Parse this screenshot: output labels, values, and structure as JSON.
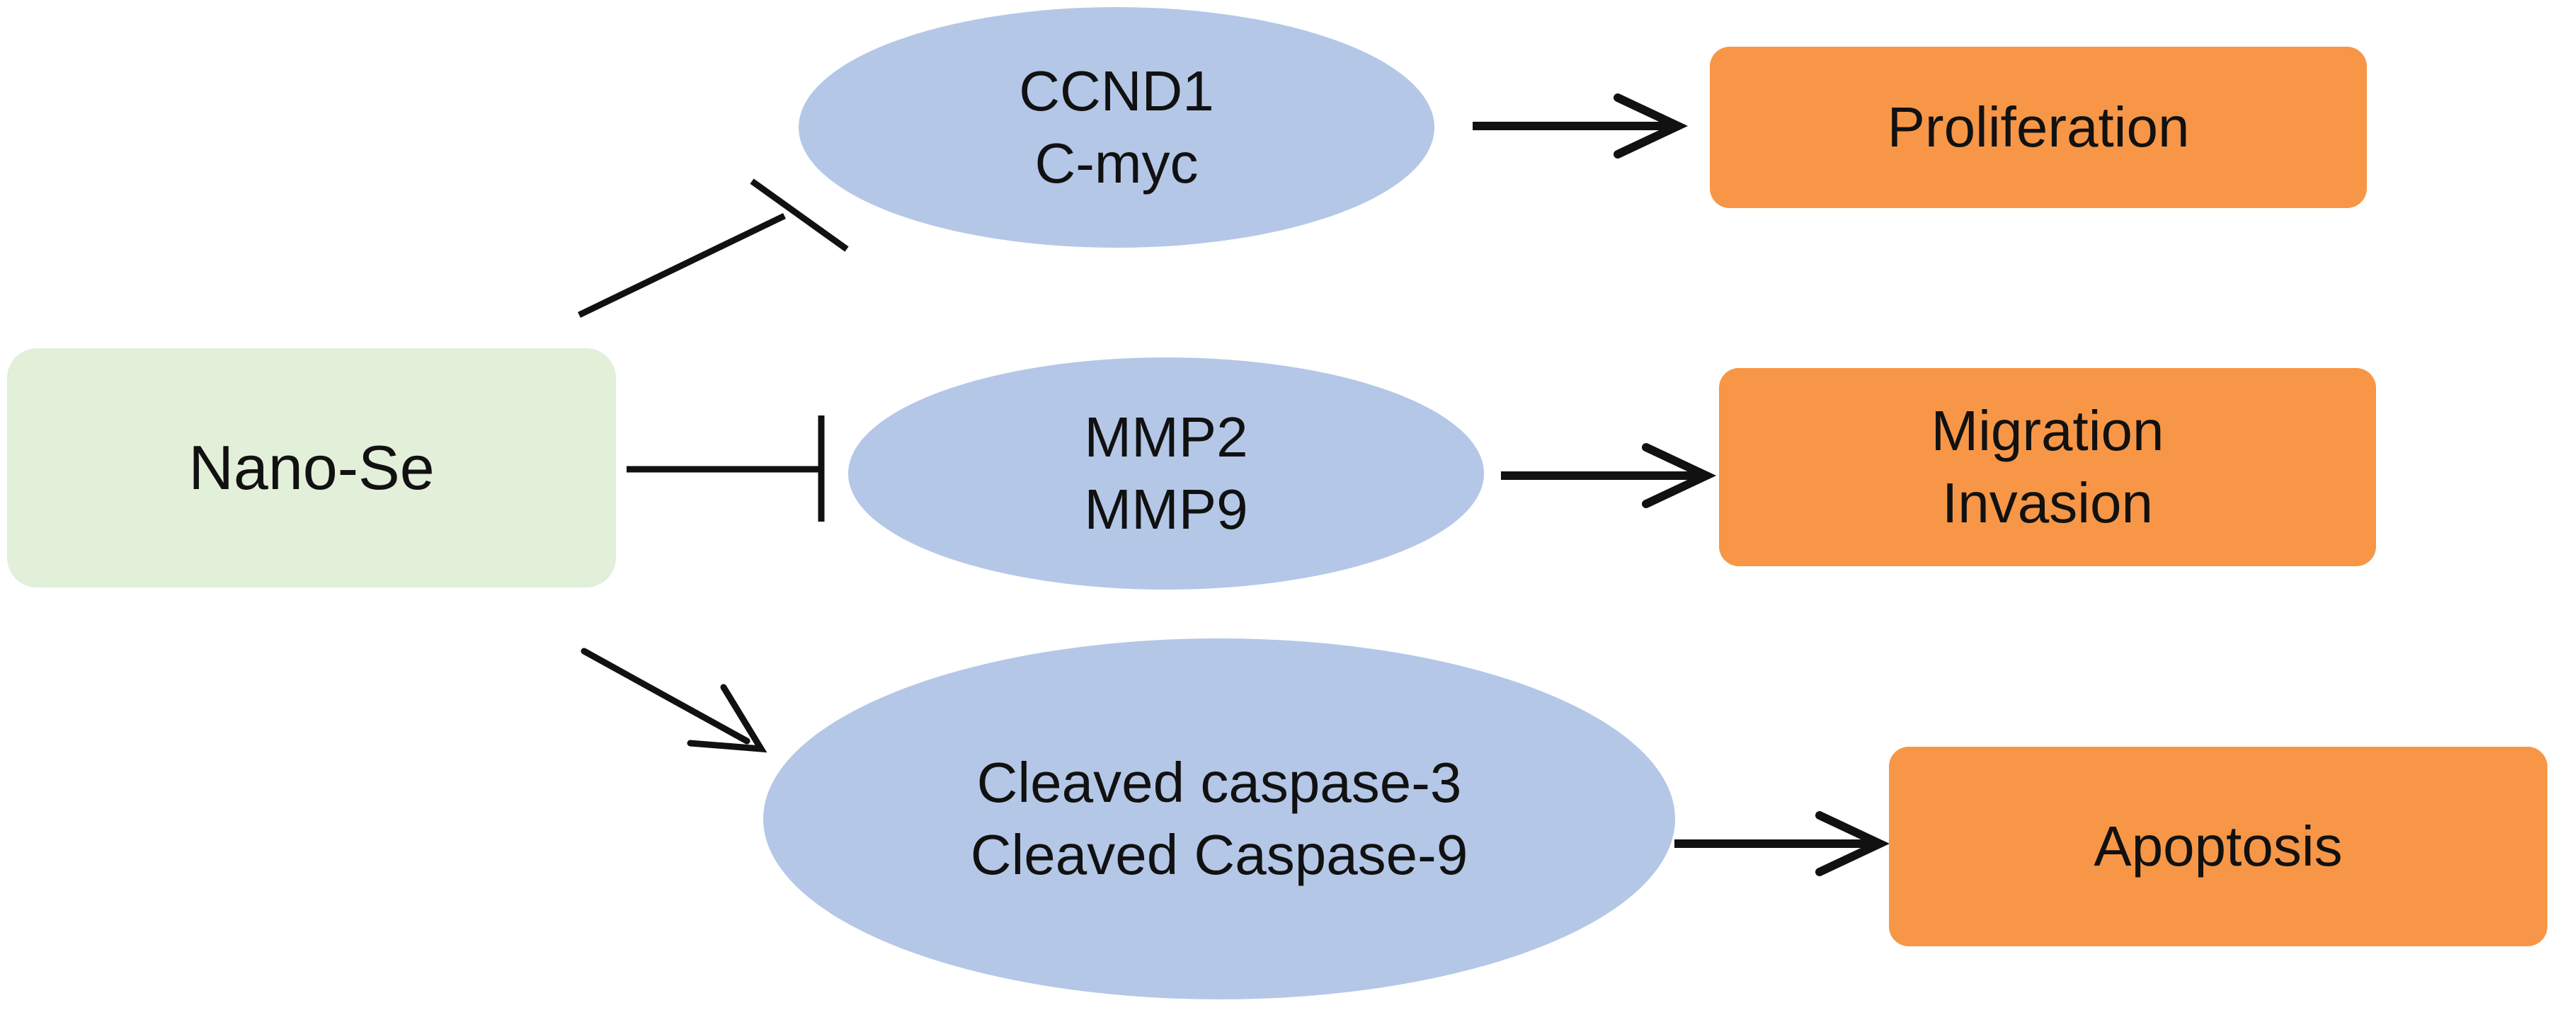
{
  "colors": {
    "source_fill": "#e2efd9",
    "mediator_fill": "#b4c7e7",
    "outcome_fill": "#f79646",
    "edge": "#111111",
    "text": "#111111"
  },
  "nodes": {
    "nano_se": {
      "lines": [
        "Nano-Se"
      ]
    },
    "ccnd1_cmyc": {
      "lines": [
        "CCND1",
        "C-myc"
      ]
    },
    "mmp": {
      "lines": [
        "MMP2",
        "MMP9"
      ]
    },
    "caspase": {
      "lines": [
        "Cleaved caspase-3",
        "Cleaved Caspase-9"
      ]
    },
    "proliferation": {
      "lines": [
        "Proliferation"
      ]
    },
    "migration_invasion": {
      "lines": [
        "Migration",
        "Invasion"
      ]
    },
    "apoptosis": {
      "lines": [
        "Apoptosis"
      ]
    }
  },
  "edges": [
    {
      "from": "nano_se",
      "to": "ccnd1_cmyc",
      "type": "inhibits"
    },
    {
      "from": "nano_se",
      "to": "mmp",
      "type": "inhibits"
    },
    {
      "from": "nano_se",
      "to": "caspase",
      "type": "activates"
    },
    {
      "from": "ccnd1_cmyc",
      "to": "proliferation",
      "type": "activates"
    },
    {
      "from": "mmp",
      "to": "migration_invasion",
      "type": "activates"
    },
    {
      "from": "caspase",
      "to": "apoptosis",
      "type": "activates"
    }
  ]
}
